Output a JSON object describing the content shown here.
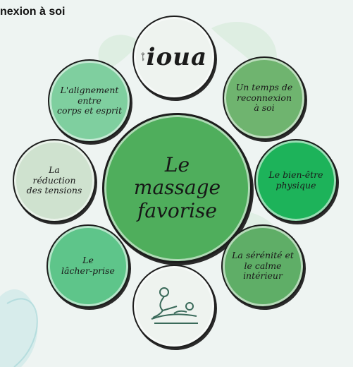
{
  "header": {
    "title": "nexion à soi"
  },
  "colors": {
    "background": "#eef4f2",
    "center": "#4fae5c",
    "mint": "#7fcf9f",
    "sage": "#cfe2cf",
    "dark_green": "#5fae67",
    "bright_green": "#1db35a",
    "pale": "#eef3ef"
  },
  "logo": {
    "text": "ioua",
    "icon": "key-icon"
  },
  "center": {
    "text": "Le\nmassage\nfavorise"
  },
  "bubbles": [
    {
      "id": "alignement",
      "text": "L'alignement\nentre\ncorps et esprit"
    },
    {
      "id": "reconnexion",
      "text": "Un temps de\nreconnexion\nà soi"
    },
    {
      "id": "bien-etre",
      "text": "Le bien-être\nphysique"
    },
    {
      "id": "serenite",
      "text": "La sérénité et\nle calme\nintérieur"
    },
    {
      "id": "lacher-prise",
      "text": "Le\nlâcher-prise"
    },
    {
      "id": "tensions",
      "text": "La\nréduction\ndes tensions"
    }
  ],
  "bottom_image": {
    "icon": "massage-icon"
  }
}
